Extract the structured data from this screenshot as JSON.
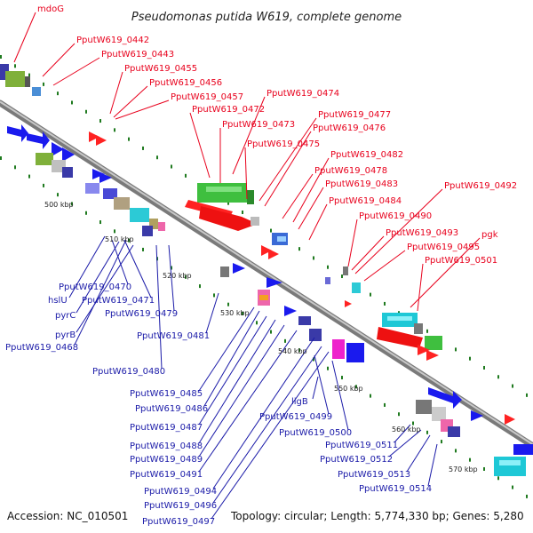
{
  "title": "Pseudomonas putida W619, complete genome",
  "footer": {
    "accession": "Accession: NC_010501",
    "summary": "Topology: circular; Length: 5,774,330 bp; Genes: 5,280"
  },
  "colors": {
    "upper_label": "#e8001c",
    "lower_label": "#1a1aa8",
    "backbone": "#8c8c8c",
    "tick_green": "#1f7a1f"
  },
  "scale_labels": [
    "500 kbp",
    "510 kbp",
    "520 kbp",
    "530 kbp",
    "540 kbp",
    "550 kbp",
    "560 kbp",
    "570 kbp"
  ],
  "upper_labels": [
    "mdoG",
    "PputW619_0442",
    "PputW619_0443",
    "PputW619_0455",
    "PputW619_0456",
    "PputW619_0457",
    "PputW619_0474",
    "PputW619_0472",
    "PputW619_0473",
    "PputW619_0477",
    "PputW619_0476",
    "PputW619_0475",
    "PputW619_0482",
    "PputW619_0478",
    "PputW619_0483",
    "PputW619_0492",
    "PputW619_0484",
    "PputW619_0490",
    "PputW619_0493",
    "pgk",
    "PputW619_0495",
    "PputW619_0501"
  ],
  "lower_labels": [
    "PputW619_0470",
    "hslU",
    "PputW619_0471",
    "pyrC",
    "PputW619_0479",
    "pyrB",
    "PputW619_0468",
    "PputW619_0481",
    "PputW619_0480",
    "PputW619_0485",
    "PputW619_0486",
    "ligB",
    "PputW619_0499",
    "PputW619_0487",
    "PputW619_0500",
    "PputW619_0488",
    "PputW619_0511",
    "PputW619_0489",
    "PputW619_0512",
    "PputW619_0491",
    "PputW619_0513",
    "PputW619_0514",
    "PputW619_0494",
    "PputW619_0496",
    "PputW619_0497"
  ]
}
